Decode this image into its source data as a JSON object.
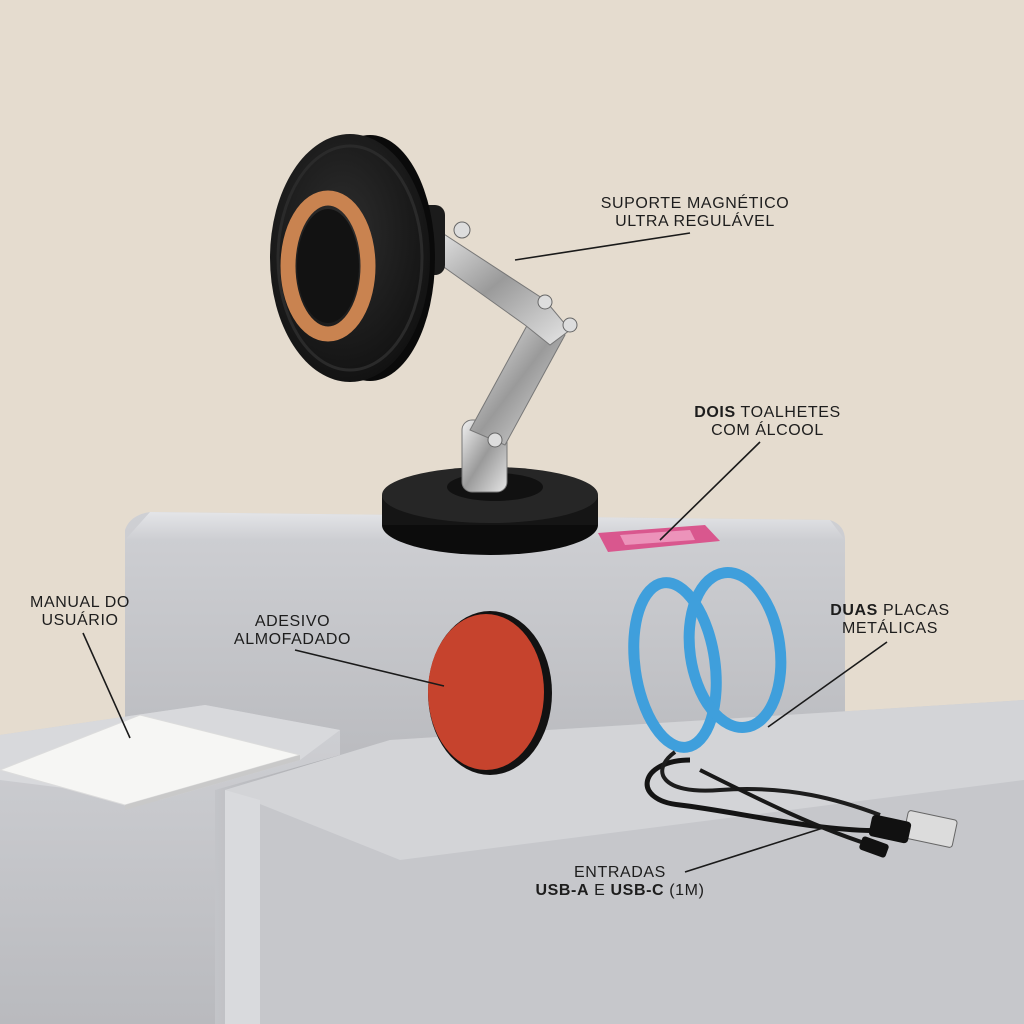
{
  "labels": {
    "suporte": {
      "line1": "SUPORTE MAGNÉTICO",
      "line2": "ULTRA REGULÁVEL"
    },
    "toalhetes": {
      "bold": "DOIS",
      "line1_rest": " TOALHETES",
      "line2": "COM ÁLCOOL"
    },
    "manual": {
      "line1": "MANUAL DO",
      "line2": "USUÁRIO"
    },
    "adesivo": {
      "line1": "ADESIVO",
      "line2": "ALMOFADADO"
    },
    "placas": {
      "bold": "DUAS",
      "line1_rest": " PLACAS",
      "line2": "METÁLICAS"
    },
    "entradas": {
      "line1": "ENTRADAS",
      "usb_a": "USB-A",
      "conj": " E ",
      "usb_c": "USB-C",
      "rest": " (1M)"
    }
  },
  "colors": {
    "background": "#e5dccf",
    "pedestal": "#cfd0d4",
    "holder": "#1a1a1a",
    "ring_copper": "#c98350",
    "adhesive": "#c6432d",
    "metal_plates": "#3f9fdc",
    "wipe_pink": "#d9578e"
  }
}
